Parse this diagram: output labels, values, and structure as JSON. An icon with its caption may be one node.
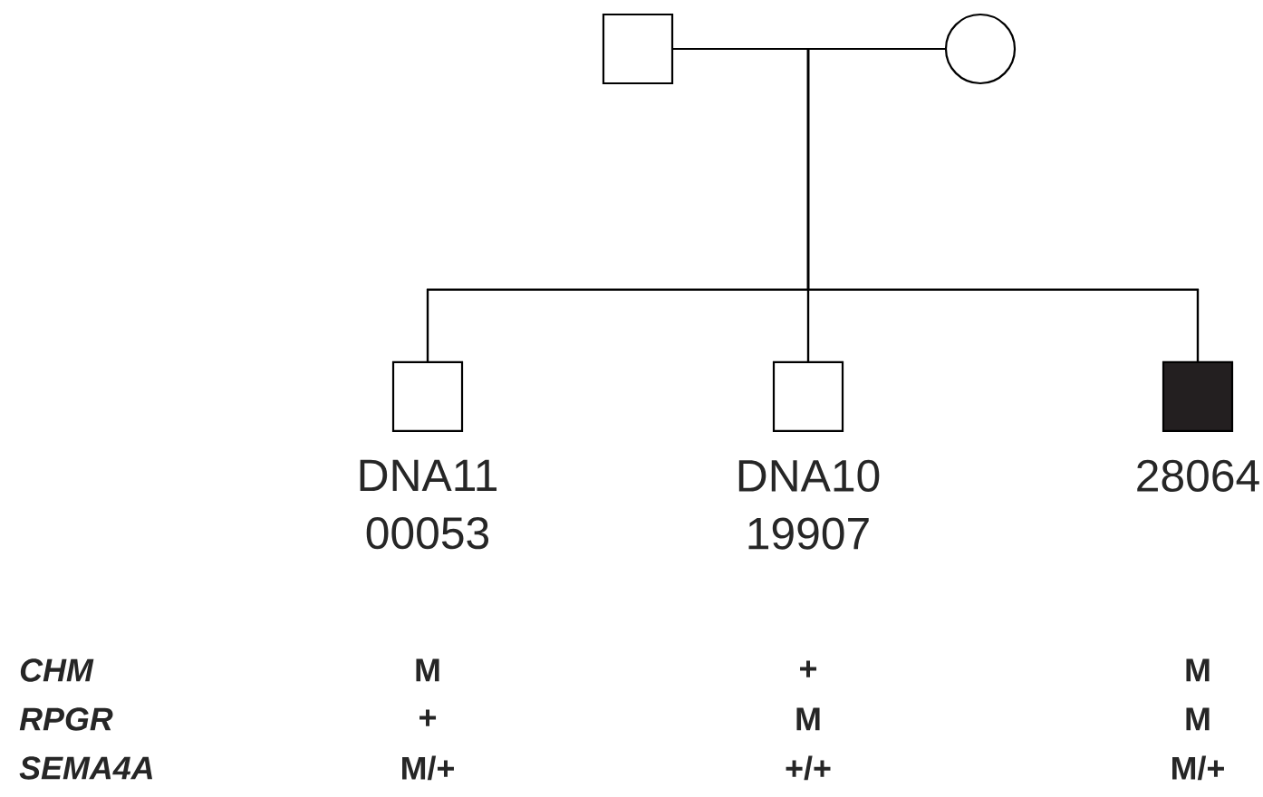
{
  "diagram": {
    "nodes": [
      {
        "text": [],
        "shape": "box"
      },
      {
        "text": [],
        "shape": "circle"
      },
      {
        "text": [],
        "shape": "box",
        "beside": [
          "DNA11 00053"
        ]
      },
      {
        "text": [],
        "shape": "box",
        "beside": [
          "DNA10 19907"
        ]
      },
      {
        "text": [],
        "shape": "block",
        "beside": [
          "28064"
        ]
      }
    ],
    "edges": [
      {
        "from": 0,
        "to": 1,
        "arrow": "none"
      },
      {
        "from": 0,
        "to": 2,
        "arrow": "none"
      },
      {
        "from": 0,
        "to": 3,
        "arrow": "none"
      },
      {
        "from": 0,
        "to": 4,
        "arrow": "none"
      },
      {
        "from": 1,
        "to": 2,
        "arrow": "none"
      },
      {
        "from": 1,
        "to": 3,
        "arrow": "none"
      },
      {
        "from": 1,
        "to": 4,
        "arrow": "none"
      }
    ],
    "labels": [
      "CHM",
      "M",
      "+",
      "M",
      "RPGR",
      "+",
      "M",
      "M",
      "SEMA4A",
      "M/+",
      "+/+",
      "M/+"
    ]
  }
}
